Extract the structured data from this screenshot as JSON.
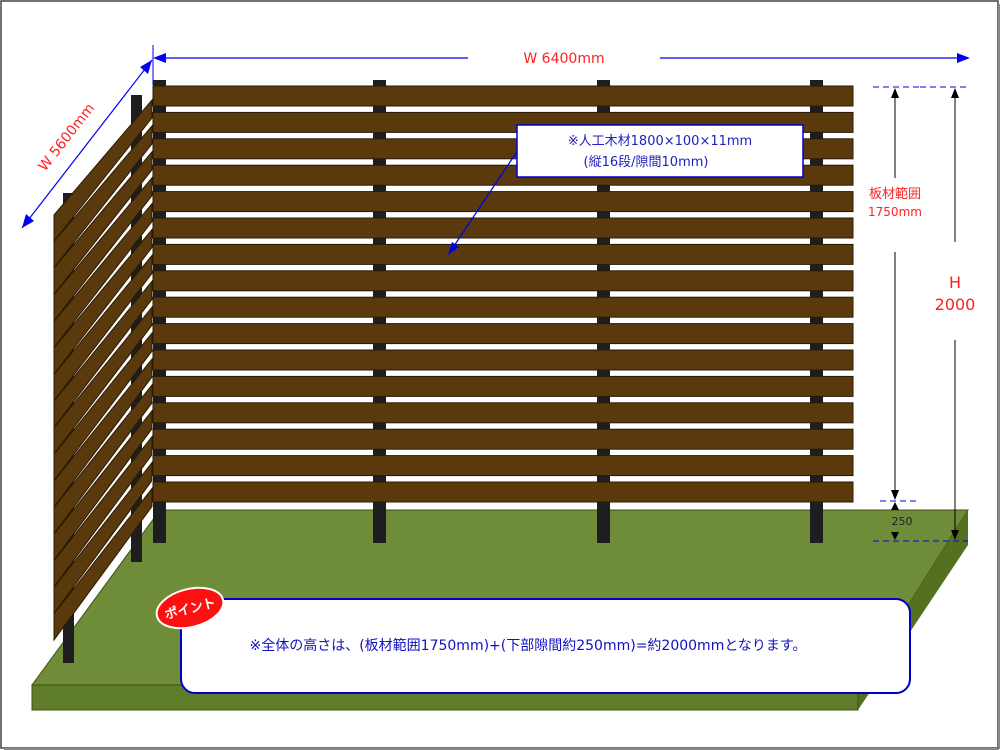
{
  "dimensions": {
    "width": "W 6400mm",
    "depth": "W 5600mm",
    "board_range_label": "板材範囲",
    "board_range_value": "1750mm",
    "height_label": "H",
    "height_value": "2000",
    "bottom_gap": "250"
  },
  "material_note": {
    "line1": "※人工木材1800×100×11mm",
    "line2": "(縦16段/隙間10mm)"
  },
  "point": {
    "badge": "ポイント",
    "text": "※全体の高さは、(板材範囲1750mm)+(下部隙間約250mm)=約2000mmとなります。"
  },
  "colors": {
    "board": "#5a3a0c",
    "board_edge": "#2b1a04",
    "post": "#1e1e1e",
    "ground_top": "#6f8c38",
    "ground_side": "#5a7a2a",
    "dim_line": "#0000ee",
    "red_text": "#ff1a1a"
  },
  "front_boards": 16,
  "side_boards": 16
}
